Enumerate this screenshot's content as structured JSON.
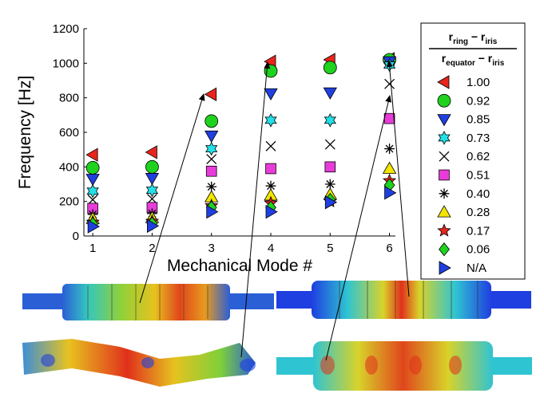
{
  "chart_data": {
    "type": "scatter",
    "xlabel": "Mechanical Mode #",
    "ylabel": "Frequency [Hz]",
    "xlim": [
      0.85,
      6.1
    ],
    "ylim": [
      0,
      1200
    ],
    "x_ticks": [
      1,
      2,
      3,
      4,
      5,
      6
    ],
    "y_ticks": [
      0,
      200,
      400,
      600,
      800,
      1000,
      1200
    ],
    "grid": false,
    "legend_position": "right",
    "legend_title": {
      "numerator": [
        "r",
        "ring",
        " − r",
        "iris"
      ],
      "denominator": [
        "r",
        "equator",
        " − r",
        "iris"
      ]
    },
    "x": [
      1,
      2,
      3,
      4,
      5,
      6
    ],
    "series": [
      {
        "name": "1.00",
        "marker": "triangle-left",
        "color": "#e8251c",
        "values": [
          470,
          485,
          820,
          1010,
          1020,
          1025
        ]
      },
      {
        "name": "0.92",
        "marker": "circle",
        "color": "#1ed21e",
        "values": [
          395,
          400,
          665,
          955,
          975,
          1020
        ]
      },
      {
        "name": "0.85",
        "marker": "triangle-down",
        "color": "#1f3fe0",
        "values": [
          330,
          335,
          580,
          825,
          830,
          1010
        ]
      },
      {
        "name": "0.73",
        "marker": "hexagram",
        "color": "#22e0e8",
        "values": [
          260,
          265,
          505,
          670,
          670,
          990
        ]
      },
      {
        "name": "0.62",
        "marker": "x",
        "color": "#000000",
        "values": [
          210,
          215,
          445,
          520,
          530,
          880
        ]
      },
      {
        "name": "0.51",
        "marker": "square",
        "color": "#e83cd9",
        "values": [
          160,
          165,
          375,
          390,
          400,
          680
        ]
      },
      {
        "name": "0.40",
        "marker": "asterisk",
        "color": "#000000",
        "values": [
          125,
          130,
          285,
          290,
          300,
          505
        ]
      },
      {
        "name": "0.28",
        "marker": "triangle-up",
        "color": "#f2e600",
        "values": [
          100,
          105,
          225,
          235,
          240,
          390
        ]
      },
      {
        "name": "0.17",
        "marker": "pentagram",
        "color": "#e8251c",
        "values": [
          80,
          85,
          175,
          190,
          200,
          320
        ]
      },
      {
        "name": "0.06",
        "marker": "diamond",
        "color": "#1ed21e",
        "values": [
          70,
          72,
          165,
          165,
          210,
          295
        ]
      },
      {
        "name": "N/A",
        "marker": "triangle-right",
        "color": "#1f3fe0",
        "values": [
          55,
          58,
          140,
          140,
          195,
          250
        ]
      }
    ],
    "annotations": [
      {
        "type": "arrow",
        "from_panel": "top-left",
        "to": [
          3,
          820
        ]
      },
      {
        "type": "arrow",
        "from_panel": "bottom-left",
        "to": [
          4,
          1010
        ]
      },
      {
        "type": "arrow",
        "from_panel": "top-right",
        "to": [
          6,
          1025
        ]
      },
      {
        "type": "arrow",
        "from_panel": "bottom-right",
        "to": [
          6,
          820
        ]
      }
    ],
    "mode_shape_panels": [
      "top-left",
      "bottom-left",
      "top-right",
      "bottom-right"
    ]
  }
}
